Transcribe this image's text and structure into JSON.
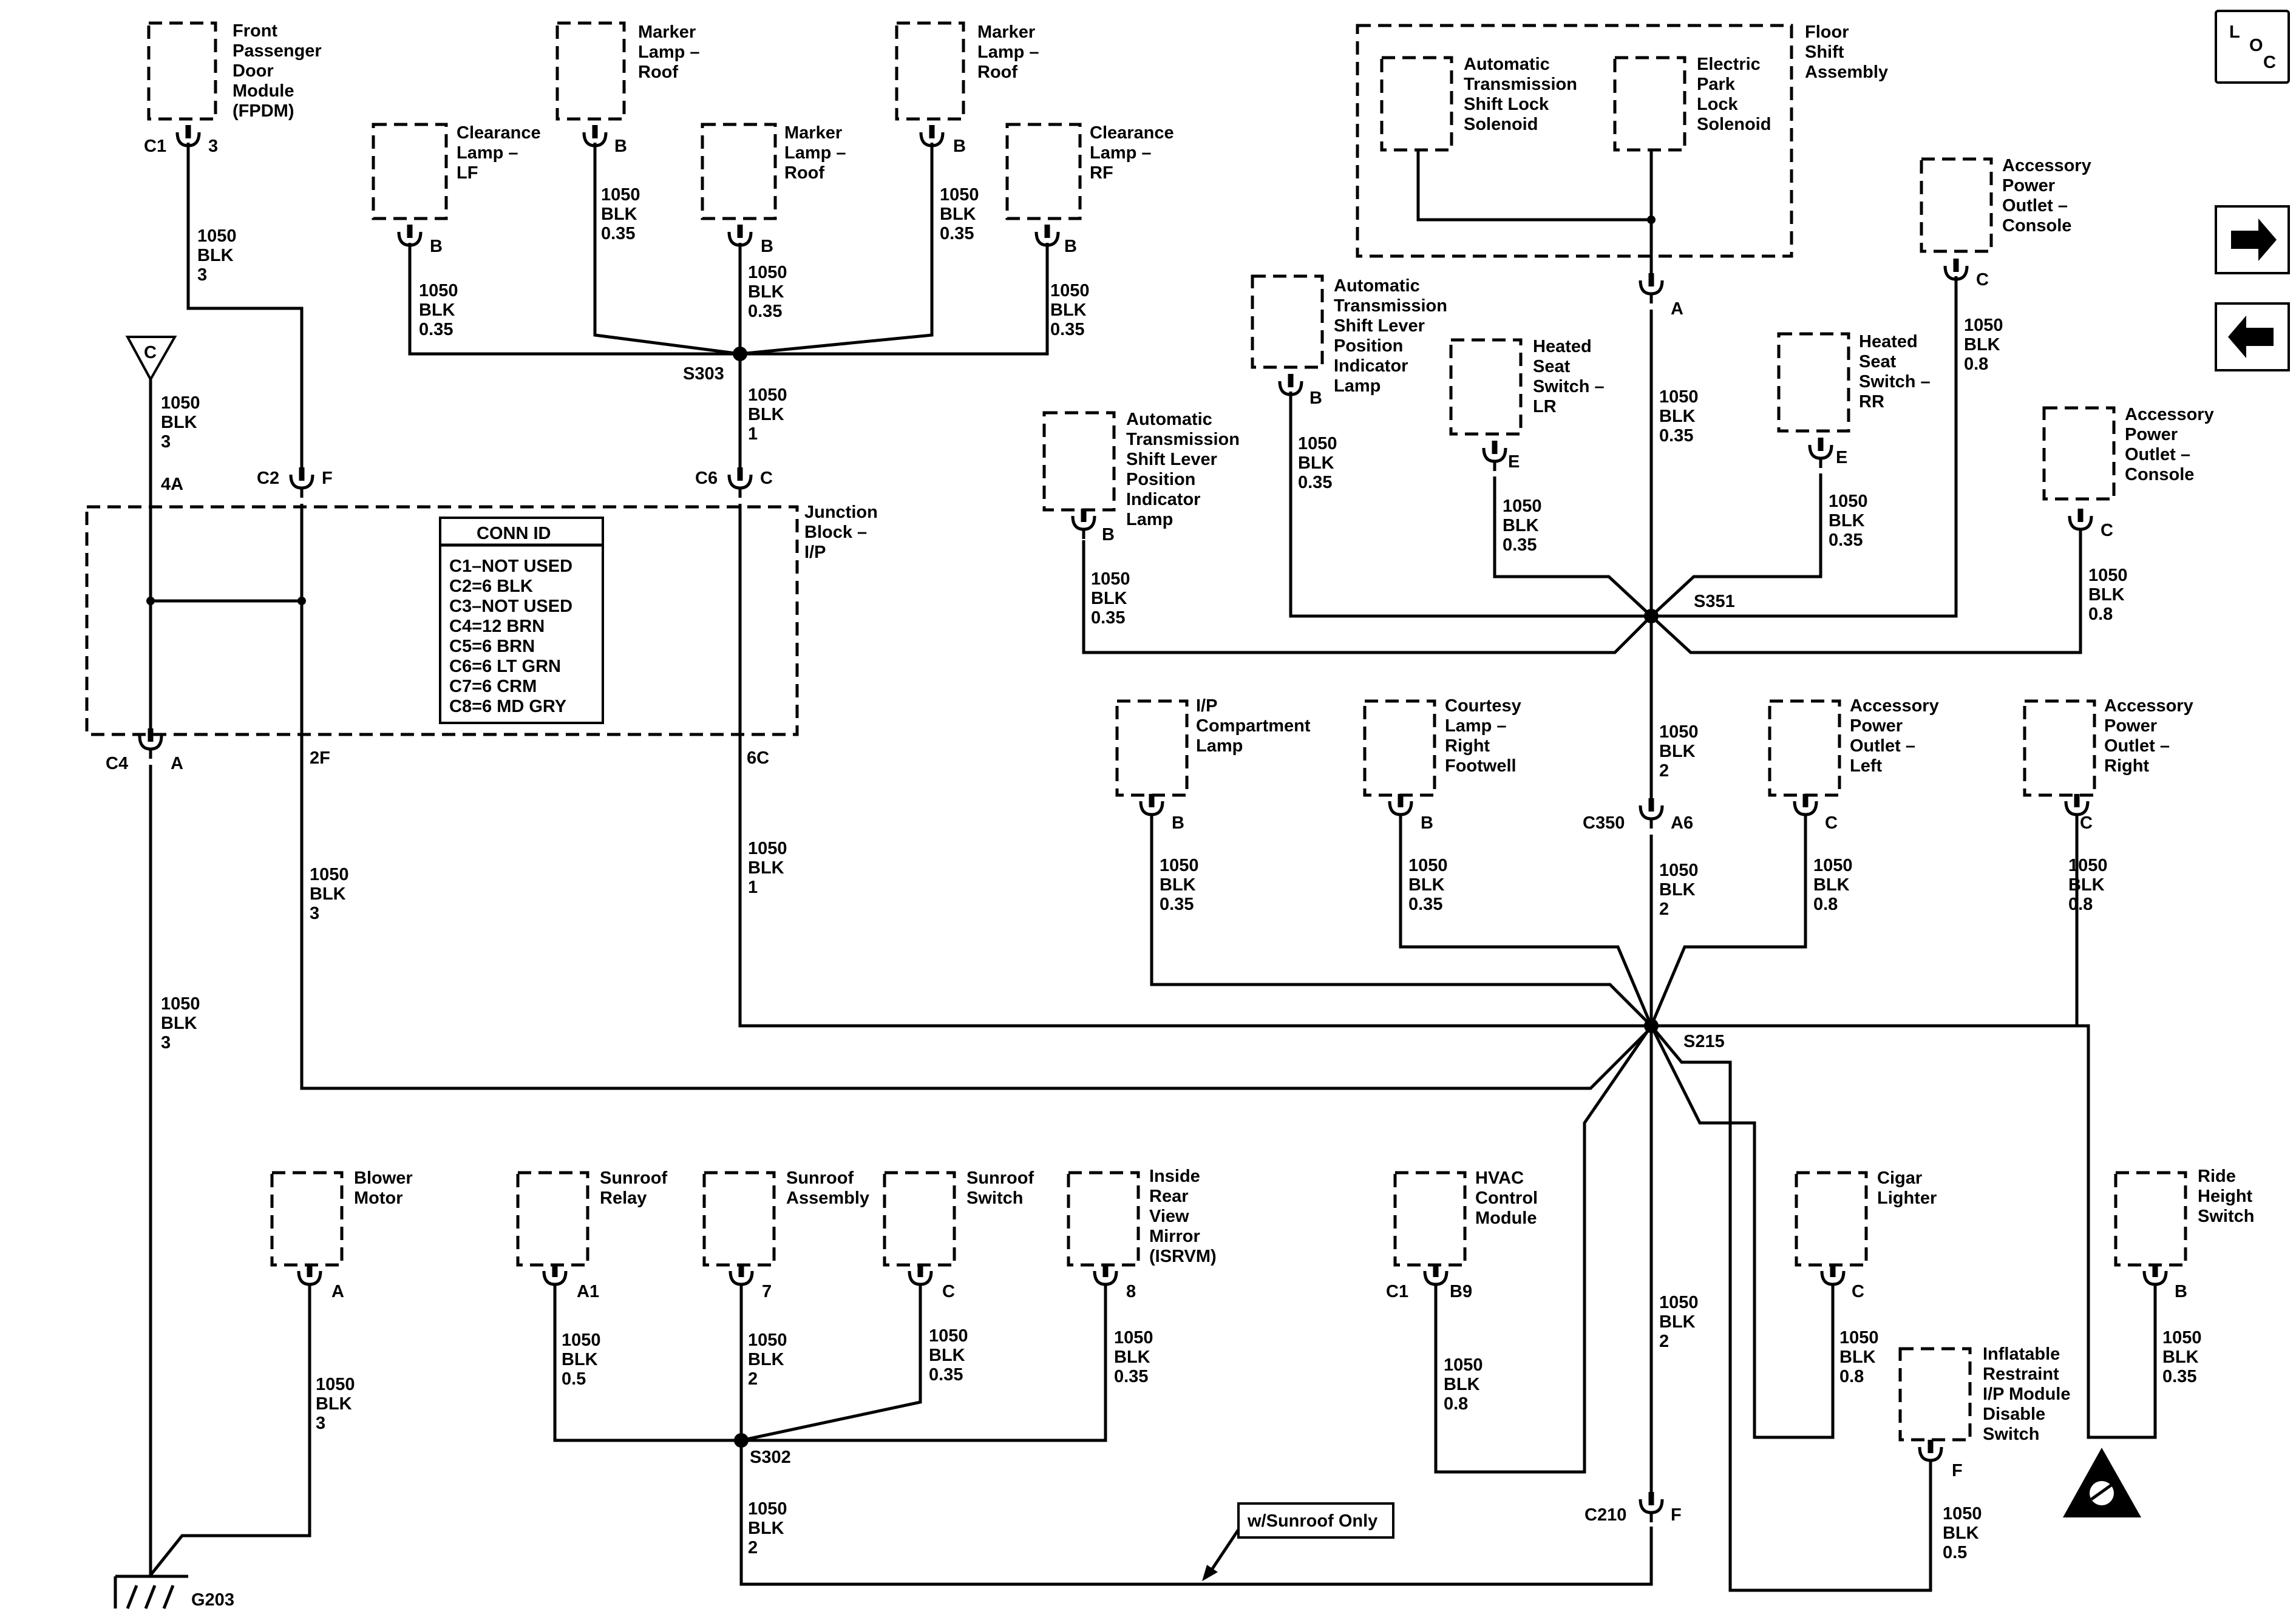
{
  "components": {
    "fpdm": [
      "Front",
      "Passenger",
      "Door",
      "Module",
      "(FPDM)"
    ],
    "marker_l": [
      "Marker",
      "Lamp –",
      "Roof"
    ],
    "marker_c": [
      "Marker",
      "Lamp –",
      "Roof"
    ],
    "marker_r": [
      "Marker",
      "Lamp –",
      "Roof"
    ],
    "clear_lf": [
      "Clearance",
      "Lamp –",
      "LF"
    ],
    "clear_rf": [
      "Clearance",
      "Lamp –",
      "RF"
    ],
    "floor_shift": [
      "Floor",
      "Shift",
      "Assembly"
    ],
    "shift_lock": [
      "Automatic",
      "Transmission",
      "Shift Lock",
      "Solenoid"
    ],
    "park_lock": [
      "Electric",
      "Park",
      "Lock",
      "Solenoid"
    ],
    "apo_console1": [
      "Accessory",
      "Power",
      "Outlet –",
      "Console"
    ],
    "apo_console2": [
      "Accessory",
      "Power",
      "Outlet –",
      "Console"
    ],
    "shift_ind1": [
      "Automatic",
      "Transmission",
      "Shift Lever",
      "Position",
      "Indicator",
      "Lamp"
    ],
    "shift_ind2": [
      "Automatic",
      "Transmission",
      "Shift Lever",
      "Position",
      "Indicator",
      "Lamp"
    ],
    "heated_lr": [
      "Heated",
      "Seat",
      "Switch –",
      "LR"
    ],
    "heated_rr": [
      "Heated",
      "Seat",
      "Switch –",
      "RR"
    ],
    "junction": [
      "Junction",
      "Block –",
      "I/P"
    ],
    "ip_comp": [
      "I/P",
      "Compartment",
      "Lamp"
    ],
    "courtesy": [
      "Courtesy",
      "Lamp –",
      "Right",
      "Footwell"
    ],
    "apo_left": [
      "Accessory",
      "Power",
      "Outlet –",
      "Left"
    ],
    "apo_right": [
      "Accessory",
      "Power",
      "Outlet –",
      "Right"
    ],
    "blower": [
      "Blower",
      "Motor"
    ],
    "sunroof_relay": [
      "Sunroof",
      "Relay"
    ],
    "sunroof_asm": [
      "Sunroof",
      "Assembly"
    ],
    "sunroof_sw": [
      "Sunroof",
      "Switch"
    ],
    "isrvm": [
      "Inside",
      "Rear",
      "View",
      "Mirror",
      "(ISRVM)"
    ],
    "hvac": [
      "HVAC",
      "Control",
      "Module"
    ],
    "cigar": [
      "Cigar",
      "Lighter"
    ],
    "ride": [
      "Ride",
      "Height",
      "Switch"
    ],
    "airbag": [
      "Inflatable",
      "Restraint",
      "I/P Module",
      "Disable",
      "Switch"
    ]
  },
  "conn_table": {
    "title": "CONN ID",
    "rows": [
      "C1–NOT USED",
      "C2=6 BLK",
      "C3–NOT USED",
      "C4=12 BRN",
      "C5=6 BRN",
      "C6=6 LT GRN",
      "C7=6 CRM",
      "C8=6 MD GRY"
    ]
  },
  "wires": {
    "fpdm": [
      "1050",
      "BLK",
      "3"
    ],
    "ground_top": [
      "1050",
      "BLK",
      "3"
    ],
    "marker_l": [
      "1050",
      "BLK",
      "0.35"
    ],
    "marker_c": [
      "1050",
      "BLK",
      "0.35"
    ],
    "marker_r": [
      "1050",
      "BLK",
      "0.35"
    ],
    "clear_lf": [
      "1050",
      "BLK",
      "0.35"
    ],
    "clear_rf": [
      "1050",
      "BLK",
      "0.35"
    ],
    "s303_down": [
      "1050",
      "BLK",
      "1"
    ],
    "floor_shift": [
      "1050",
      "BLK",
      "0.35"
    ],
    "apo_console1": [
      "1050",
      "BLK",
      "0.8"
    ],
    "apo_console2": [
      "1050",
      "BLK",
      "0.8"
    ],
    "shift_ind1": [
      "1050",
      "BLK",
      "0.35"
    ],
    "shift_ind2": [
      "1050",
      "BLK",
      "0.35"
    ],
    "heated_lr": [
      "1050",
      "BLK",
      "0.35"
    ],
    "heated_rr": [
      "1050",
      "BLK",
      "0.35"
    ],
    "s351_down": [
      "1050",
      "BLK",
      "2"
    ],
    "ip_comp": [
      "1050",
      "BLK",
      "0.35"
    ],
    "courtesy": [
      "1050",
      "BLK",
      "0.35"
    ],
    "a6_down": [
      "1050",
      "BLK",
      "2"
    ],
    "apo_left": [
      "1050",
      "BLK",
      "0.8"
    ],
    "apo_right": [
      "1050",
      "BLK",
      "0.8"
    ],
    "jb_2f": [
      "1050",
      "BLK",
      "3"
    ],
    "jb_6c": [
      "1050",
      "BLK",
      "1"
    ],
    "ground_main": [
      "1050",
      "BLK",
      "3"
    ],
    "blower": [
      "1050",
      "BLK",
      "3"
    ],
    "sunroof_relay": [
      "1050",
      "BLK",
      "0.5"
    ],
    "sunroof_asm": [
      "1050",
      "BLK",
      "2"
    ],
    "sunroof_sw": [
      "1050",
      "BLK",
      "0.35"
    ],
    "isrvm": [
      "1050",
      "BLK",
      "0.35"
    ],
    "s302_down": [
      "1050",
      "BLK",
      "2"
    ],
    "hvac": [
      "1050",
      "BLK",
      "0.8"
    ],
    "s215_down": [
      "1050",
      "BLK",
      "2"
    ],
    "cigar": [
      "1050",
      "BLK",
      "0.8"
    ],
    "ride": [
      "1050",
      "BLK",
      "0.35"
    ],
    "airbag": [
      "1050",
      "BLK",
      "0.5"
    ]
  },
  "labels": {
    "c1_fpdm": "C1",
    "pin_fpdm": "3",
    "pin_marker_l": "B",
    "pin_marker_c": "B",
    "pin_marker_r": "B",
    "pin_clear_lf": "B",
    "pin_clear_rf": "B",
    "s303": "S303",
    "c2": "C2",
    "pin_c2": "F",
    "c6": "C6",
    "pin_c6": "C",
    "ground_c": "C",
    "pin_4a": "4A",
    "c4": "C4",
    "pin_c4": "A",
    "pin_2f": "2F",
    "pin_6c": "6C",
    "pin_floor": "A",
    "pin_apo_console1": "C",
    "pin_apo_console2": "C",
    "pin_shift_ind1": "B",
    "pin_shift_ind2": "B",
    "pin_heated_lr": "E",
    "pin_heated_rr": "E",
    "s351": "S351",
    "pin_ip_comp": "B",
    "pin_courtesy": "B",
    "c350": "C350",
    "pin_a6": "A6",
    "pin_apo_left": "C",
    "pin_apo_right": "C",
    "s215": "S215",
    "pin_blower": "A",
    "pin_sunroof_relay": "A1",
    "pin_sunroof_asm": "7",
    "pin_sunroof_sw": "C",
    "pin_isrvm": "8",
    "s302": "S302",
    "c1_hvac": "C1",
    "pin_hvac": "B9",
    "pin_cigar": "C",
    "pin_ride": "B",
    "pin_airbag": "F",
    "c210": "C210",
    "pin_c210": "F",
    "g203": "G203",
    "sunroof_only": "w/Sunroof Only",
    "loc_l": "L",
    "loc_o": "O",
    "loc_c": "C",
    "nav_forward": "forward-arrow-icon",
    "nav_back": "back-arrow-icon",
    "airbag_warning": "airbag-warning-icon"
  }
}
